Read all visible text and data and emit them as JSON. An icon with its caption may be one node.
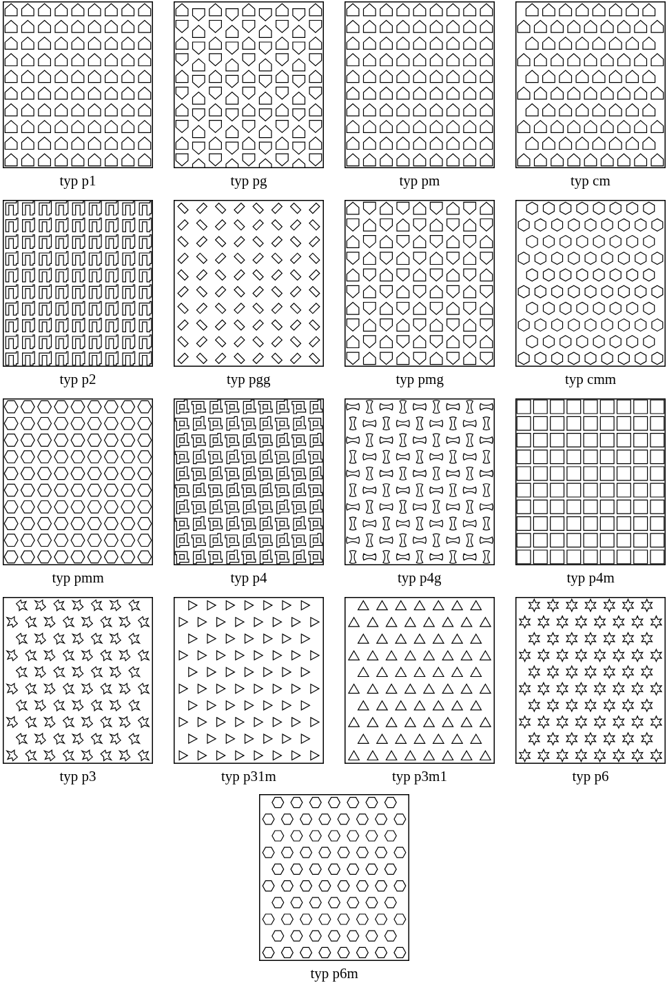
{
  "diagram": {
    "labels": [
      "typ p1",
      "typ pg",
      "typ pm",
      "typ cm",
      "typ p2",
      "typ pgg",
      "typ pmg",
      "typ cmm",
      "typ pmm",
      "typ p4",
      "typ p4g",
      "typ p4m",
      "typ p3",
      "typ p31m",
      "typ p3m1",
      "typ p6",
      "typ p6m"
    ]
  }
}
